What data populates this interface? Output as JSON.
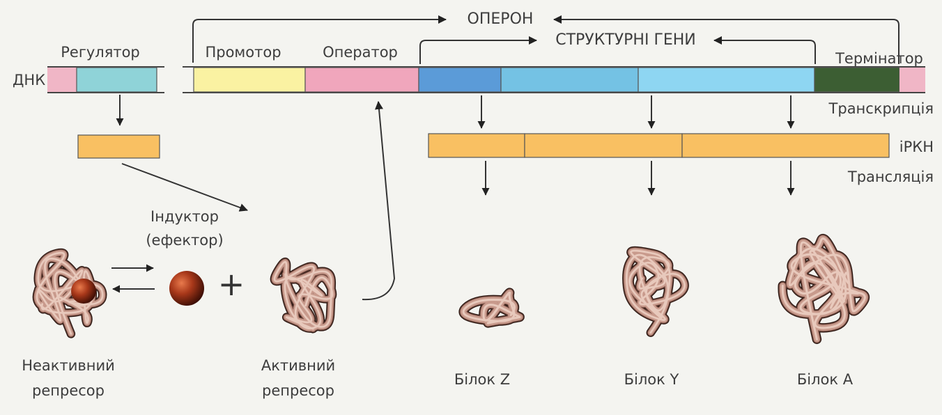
{
  "labels": {
    "operon": "ОПЕРОН",
    "structural_genes": "СТРУКТУРНІ ГЕНИ",
    "regulator": "Регулятор",
    "promoter": "Промотор",
    "operator": "Оператор",
    "terminator": "Термінатор",
    "dna": "ДНК",
    "transcription": "Транскрипція",
    "mrna": "іРКН",
    "translation": "Трансляція",
    "inducer_line1": "Індуктор",
    "inducer_line2": "(ефектор)",
    "plus": "+",
    "inactive_line1": "Неактивний",
    "inactive_line2": "репресор",
    "active_line1": "Активний",
    "active_line2": "репресор",
    "protein_z": "Білок Z",
    "protein_y": "Білок Y",
    "protein_a": "Білок A"
  },
  "colors": {
    "background": "#f4f4f0",
    "pink": "#f0b6c6",
    "regulator": "#8fd3d8",
    "promoter": "#faf2a2",
    "operator": "#f0a6bc",
    "gene_z": "#5b9bd8",
    "gene_y": "#74c2e4",
    "gene_a": "#8ed6f2",
    "terminator": "#3c5e33",
    "mrna": "#f9c062",
    "protein": "#c89a8c",
    "inducer": "#8a2a12"
  },
  "icons": {
    "proteins": "folded-protein-tangle-illustration",
    "inducer": "inducer-molecule-sphere"
  }
}
